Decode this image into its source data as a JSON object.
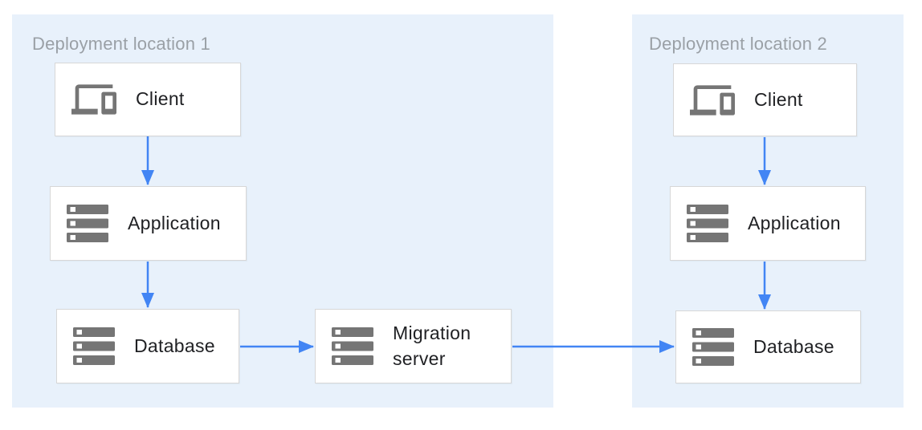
{
  "diagram": {
    "zone1": {
      "label": "Deployment location 1",
      "nodes": {
        "client": {
          "label": "Client",
          "icon": "devices-icon"
        },
        "application": {
          "label": "Application",
          "icon": "server-stack-icon"
        },
        "database": {
          "label": "Database",
          "icon": "server-stack-icon"
        }
      }
    },
    "zone2": {
      "label": "Deployment location 2",
      "nodes": {
        "client": {
          "label": "Client",
          "icon": "devices-icon"
        },
        "application": {
          "label": "Application",
          "icon": "server-stack-icon"
        },
        "database": {
          "label": "Database",
          "icon": "server-stack-icon"
        }
      }
    },
    "migration_server": {
      "label": "Migration server",
      "icon": "server-stack-icon"
    },
    "edges": [
      {
        "from": "zone1-client",
        "to": "zone1-application"
      },
      {
        "from": "zone1-application",
        "to": "zone1-database"
      },
      {
        "from": "zone1-database",
        "to": "migration-server"
      },
      {
        "from": "migration-server",
        "to": "zone2-database"
      },
      {
        "from": "zone2-client",
        "to": "zone2-application"
      },
      {
        "from": "zone2-application",
        "to": "zone2-database"
      }
    ]
  },
  "colors": {
    "zone_background": "#e8f1fb",
    "arrow_blue": "#4285f4",
    "icon_gray": "#757575",
    "box_border": "#d7d7d7",
    "zone_label_gray": "#9aa0a6",
    "node_text": "#202124"
  }
}
